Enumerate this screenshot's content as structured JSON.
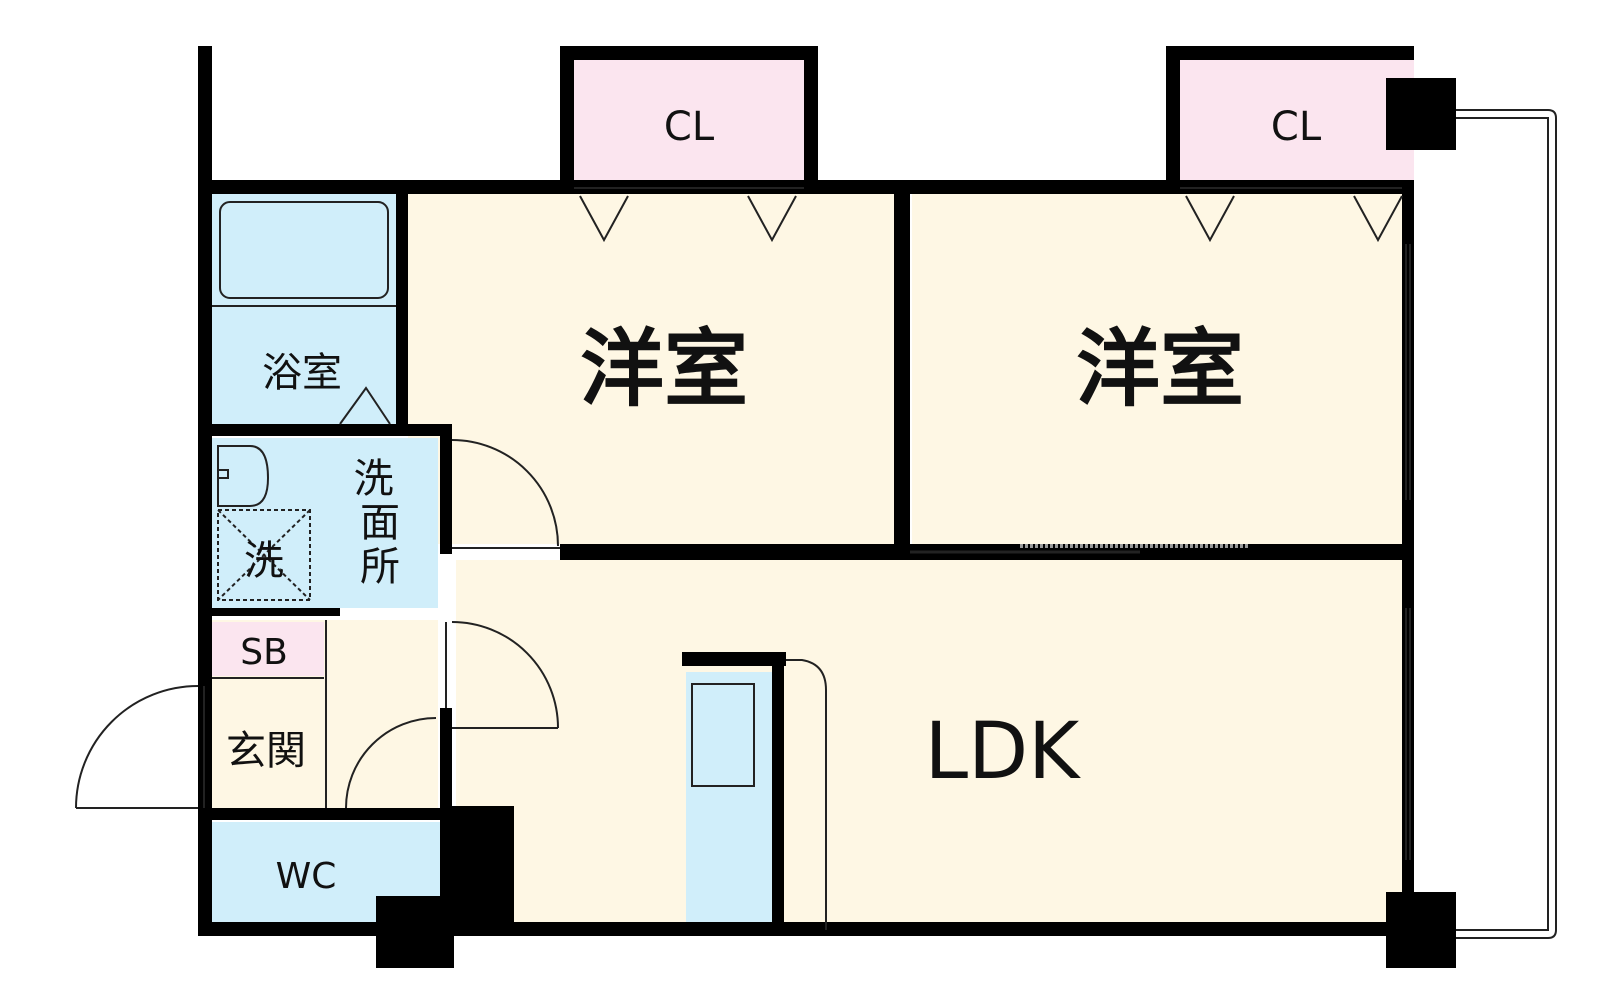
{
  "colors": {
    "wall": "#000000",
    "closet": "#fbe5ef",
    "room": "#fef7e4",
    "wet": "#d0eefa",
    "shoebox": "#fbe5ef"
  },
  "rooms": {
    "closet_left": "CL",
    "closet_right": "CL",
    "western_left": "洋室",
    "western_right": "洋室",
    "bath": "浴室",
    "washroom": "洗\n面\n所",
    "washer": "洗",
    "shoebox": "SB",
    "entrance": "玄関",
    "toilet": "WC",
    "ldk": "LDK"
  }
}
